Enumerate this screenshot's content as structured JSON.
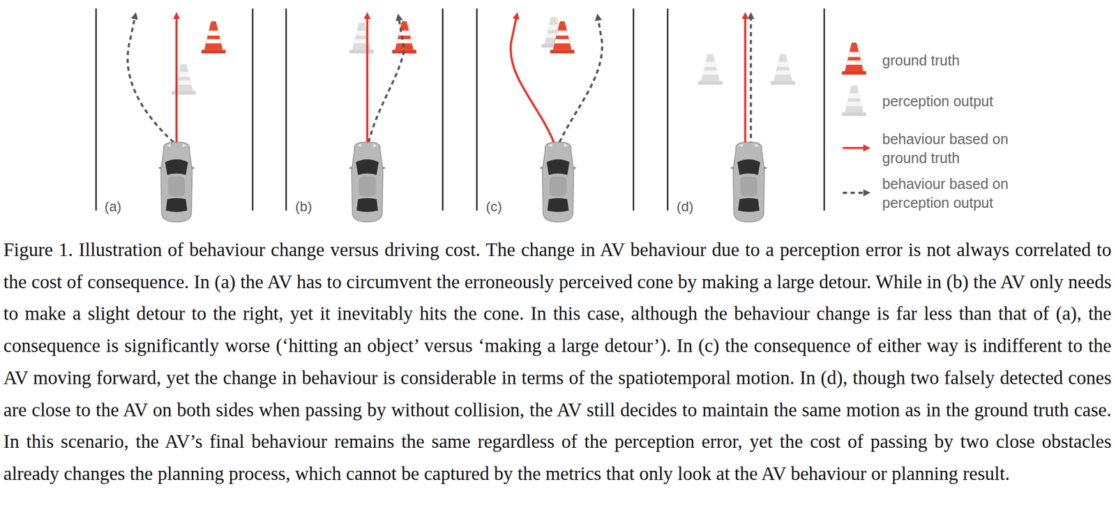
{
  "diagram": {
    "caption": "Figure 1. Illustration of behaviour change versus driving cost. The change in AV behaviour due to a perception error is not always correlated to the cost of consequence. In (a) the AV has to circumvent the erroneously perceived cone by making a large detour. While in (b) the AV only needs to make a slight detour to the right, yet it inevitably hits the cone. In this case, although the behaviour change is far less than that of (a), the consequence is significantly worse (‘hitting an object’ versus ‘making a large detour’). In (c) the consequence of either way is indifferent to the AV moving forward, yet the change in behaviour is considerable in terms of the spatiotemporal motion. In (d), though two falsely detected cones are close to the AV on both sides when passing by without collision, the AV still decides to maintain the same motion as in the ground truth case. In this scenario, the AV’s final behaviour remains the same regardless of the perception error, yet the cost of passing by two close obstacles already changes the planning process, which cannot be captured by the metrics that only look at the AV behaviour or planning result.",
    "labels": [
      "(a)",
      "(b)",
      "(c)",
      "(d)"
    ],
    "legend": [
      {
        "text": "ground truth"
      },
      {
        "text": "perception output"
      },
      {
        "text": "behaviour based on ground truth"
      },
      {
        "text": "behaviour based on perception output"
      }
    ]
  }
}
